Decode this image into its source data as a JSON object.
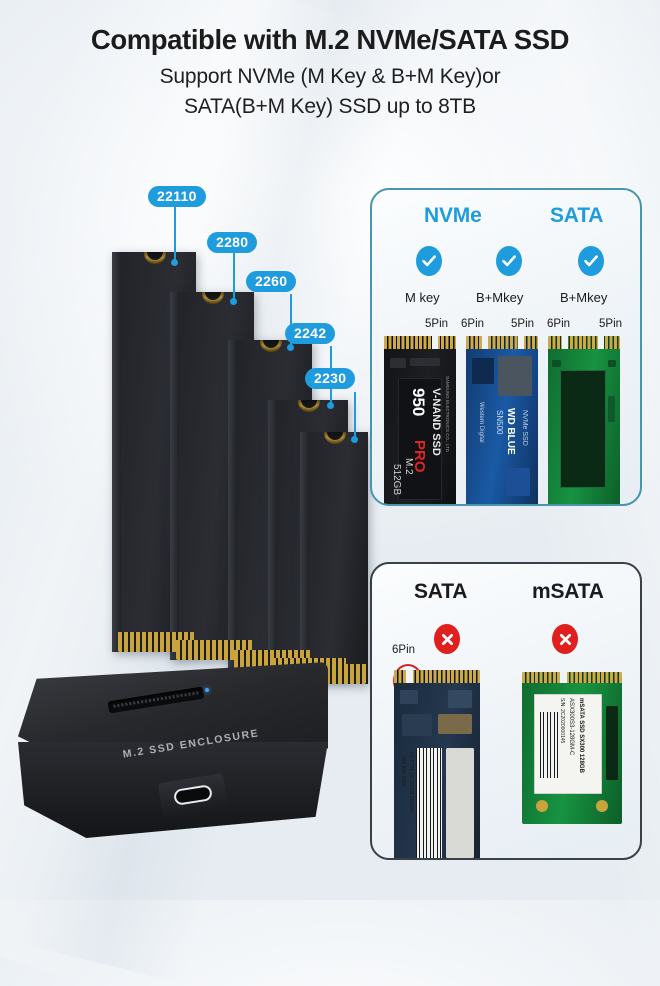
{
  "headline": {
    "title": "Compatible with M.2 NVMe/SATA SSD",
    "sub1": "Support NVMe (M Key & B+M Key)or",
    "sub2": "SATA(B+M Key) SSD up to 8TB"
  },
  "colors": {
    "accent_blue": "#1e9cde",
    "reject_red": "#e01f1f",
    "panel_ok_border": "#4796ad",
    "panel_no_border": "#3b4046",
    "gold": "#c9a33c"
  },
  "size_badges": [
    {
      "label": "22110"
    },
    {
      "label": "2280"
    },
    {
      "label": "2260"
    },
    {
      "label": "2242"
    },
    {
      "label": "2230"
    }
  ],
  "dock": {
    "label": "M.2 SSD ENCLOSURE",
    "port": "usb-c-port",
    "led": "status-led"
  },
  "compatible_panel": {
    "headings": [
      {
        "label": "NVMe"
      },
      {
        "label": "SATA"
      }
    ],
    "items": [
      {
        "mark": "check",
        "key_label": "M key",
        "pins": [
          "5Pin"
        ],
        "board": "Samsung 950 PRO"
      },
      {
        "mark": "check",
        "key_label": "B+Mkey",
        "pins": [
          "6Pin",
          "5Pin"
        ],
        "board": "WD BLUE SN500"
      },
      {
        "mark": "check",
        "key_label": "B+Mkey",
        "pins": [
          "6Pin",
          "5Pin"
        ],
        "board": "M.2 SATA green"
      }
    ],
    "pin_labels": [
      "5Pin",
      "6Pin",
      "5Pin",
      "6Pin",
      "5Pin"
    ],
    "boards": {
      "samsung": {
        "line1": "V-NAND SSD",
        "line2": "950",
        "line3": "PRO",
        "line4": "M.2",
        "line5": "512GB",
        "fine1": "SAMSUNG ELECTRONICS CO., LTD"
      },
      "wd": {
        "brand": "Western Digital",
        "line1": "WD BLUE",
        "line2": "SN500",
        "line3": "NVMe SSD"
      }
    }
  },
  "incompatible_panel": {
    "headings": [
      {
        "label": "SATA"
      },
      {
        "label": "mSATA"
      }
    ],
    "items": [
      {
        "mark": "cross",
        "pins": [
          "6Pin"
        ],
        "board": "SATA M.2 navy"
      },
      {
        "mark": "cross",
        "pins": [],
        "board": "mSATA green"
      }
    ],
    "pin_label": "6Pin",
    "boards": {
      "sata": {
        "label1": "I.C PSN(1)PJ2000L090090",
        "label2": "400 640 1886"
      },
      "msata": {
        "label1": "mSATA SSD SX300 128GB",
        "label2": "ASX300S3-128GM-C",
        "label3": "S/N: 2C2020000145"
      }
    }
  }
}
